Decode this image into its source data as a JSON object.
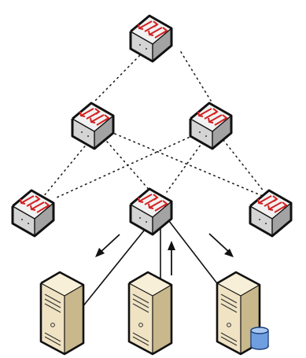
{
  "diagram": {
    "kind": "network-topology",
    "switches": [
      {
        "id": "sw-top",
        "tier": "core"
      },
      {
        "id": "sw-mid-left",
        "tier": "distribution"
      },
      {
        "id": "sw-mid-right",
        "tier": "distribution"
      },
      {
        "id": "sw-bottom-left",
        "tier": "access"
      },
      {
        "id": "sw-bottom-center",
        "tier": "access"
      },
      {
        "id": "sw-bottom-right",
        "tier": "access"
      }
    ],
    "servers": [
      {
        "id": "server-left",
        "has_database": false
      },
      {
        "id": "server-center",
        "has_database": false
      },
      {
        "id": "server-right",
        "has_database": true
      }
    ],
    "dotted_links": [
      [
        "sw-top",
        "sw-mid-left"
      ],
      [
        "sw-top",
        "sw-mid-right"
      ],
      [
        "sw-mid-left",
        "sw-bottom-left"
      ],
      [
        "sw-mid-left",
        "sw-bottom-center"
      ],
      [
        "sw-mid-left",
        "sw-bottom-right"
      ],
      [
        "sw-mid-right",
        "sw-bottom-left"
      ],
      [
        "sw-mid-right",
        "sw-bottom-center"
      ],
      [
        "sw-mid-right",
        "sw-bottom-right"
      ]
    ],
    "solid_links": [
      [
        "sw-bottom-center",
        "server-left"
      ],
      [
        "sw-bottom-center",
        "server-center"
      ],
      [
        "sw-bottom-center",
        "server-right"
      ]
    ],
    "flow_arrows": [
      {
        "id": "arrow-to-left-server",
        "direction": "down-left"
      },
      {
        "id": "arrow-from-center-server",
        "direction": "up"
      },
      {
        "id": "arrow-to-right-server",
        "direction": "down-right"
      }
    ],
    "colors": {
      "switch_top": "#f2f2f2",
      "switch_side": "#a3a3a3",
      "switch_front": "#d4d4d4",
      "arrow_red": "#d42020",
      "server_front": "#efe3c4",
      "server_side": "#c8b88c",
      "server_top": "#f7efd8",
      "database_blue": "#6f9fe0"
    }
  }
}
